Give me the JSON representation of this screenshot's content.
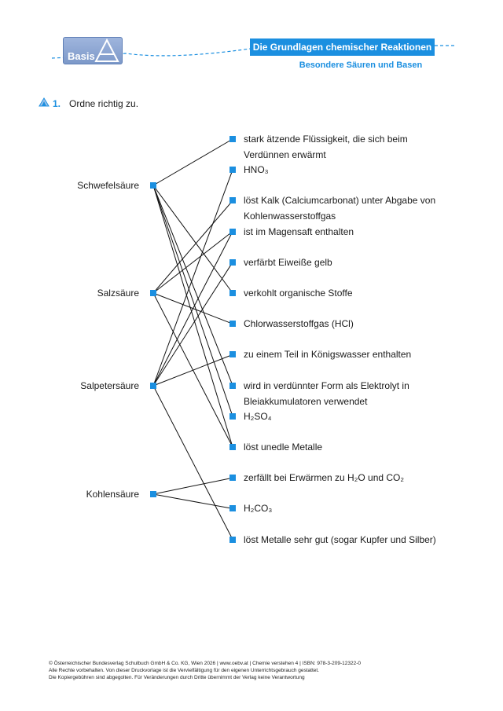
{
  "header": {
    "logo_text": "Basis",
    "title": "Die Grundlagen chemischer Reaktionen",
    "subtitle": "Besondere Säuren und Basen",
    "accent_color": "#1b8fe0"
  },
  "task": {
    "icon": "difficulty-triangle-icon",
    "number": "1.",
    "instruction": "Ordne richtig zu."
  },
  "left_items": [
    "Schwefelsäure",
    "Salzsäure",
    "Salpetersäure",
    "Kohlensäure"
  ],
  "right_items": [
    {
      "lines": [
        "stark ätzende Flüssigkeit, die sich beim",
        "Verdünnen erwärmt"
      ]
    },
    {
      "lines": [
        "HNO₃"
      ]
    },
    {
      "lines": [
        "löst Kalk (Calciumcarbonat) unter Abgabe von",
        "Kohlenwasserstoffgas"
      ]
    },
    {
      "lines": [
        "ist im Magensaft enthalten"
      ]
    },
    {
      "lines": [
        "verfärbt Eiweiße gelb"
      ]
    },
    {
      "lines": [
        "verkohlt organische Stoffe"
      ]
    },
    {
      "lines": [
        "Chlorwasserstoffgas (HCl)"
      ]
    },
    {
      "lines": [
        "zu einem Teil in Königswasser enthalten"
      ]
    },
    {
      "lines": [
        "wird in verdünnter Form als Elektrolyt in",
        "Bleiakkumulatoren verwendet"
      ]
    },
    {
      "lines": [
        "H₂SO₄"
      ]
    },
    {
      "lines": [
        "löst unedle Metalle"
      ]
    },
    {
      "lines": [
        "zerfällt bei Erwärmen zu H₂O und CO₂"
      ]
    },
    {
      "lines": [
        "H₂CO₃"
      ]
    },
    {
      "lines": [
        "löst Metalle sehr gut (sogar Kupfer und Silber)"
      ]
    }
  ],
  "connections": [
    [
      0,
      0
    ],
    [
      0,
      5
    ],
    [
      0,
      8
    ],
    [
      0,
      9
    ],
    [
      0,
      10
    ],
    [
      1,
      2
    ],
    [
      1,
      3
    ],
    [
      1,
      6
    ],
    [
      1,
      10
    ],
    [
      2,
      1
    ],
    [
      2,
      3
    ],
    [
      2,
      4
    ],
    [
      2,
      7
    ],
    [
      2,
      13
    ],
    [
      3,
      11
    ],
    [
      3,
      12
    ]
  ],
  "footer": {
    "lines": [
      "© Österreichischer Bundesverlag Schulbuch GmbH & Co. KG, Wien 2026 | www.oebv.at | Chemie verstehen 4 | ISBN: 978-3-209-12322-0",
      "Alle Rechte vorbehalten. Von dieser Druckvorlage ist die Vervielfältigung für den eigenen Unterrichtsgebrauch gestattet.",
      "Die Kopiergebühren sind abgegolten. Für Veränderungen durch Dritte übernimmt der Verlag keine Verantwortung"
    ]
  }
}
